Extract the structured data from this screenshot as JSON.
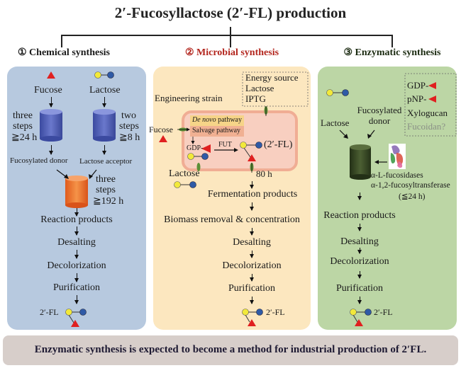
{
  "title": "2′-Fucosyllactose (2′-FL) production",
  "sections": [
    {
      "label": "① Chemical synthesis",
      "color": "#1a1a1a"
    },
    {
      "label": "② Microbial synthesis",
      "color": "#b3261e"
    },
    {
      "label": "③ Enzymatic synthesis",
      "color": "#1a2a10"
    }
  ],
  "chemical": {
    "fucose": "Fucose",
    "lactose": "Lactose",
    "fucose_steps": [
      "three",
      "steps",
      "≧24 h"
    ],
    "lactose_steps": [
      "two",
      "steps",
      "≧8 h"
    ],
    "fucosylated_donor": "Fucosylated donor",
    "lactose_acceptor": "Lactose acceptor",
    "combine_steps": [
      "three",
      "steps",
      "≧192 h"
    ],
    "flow": [
      "Reaction products",
      "Desalting",
      "Decolorization",
      "Purification"
    ],
    "product": "2′-FL"
  },
  "microbial": {
    "inputs": [
      "Energy source",
      "Lactose",
      "IPTG"
    ],
    "engineering_strain": "Engineering strain",
    "de_novo_italic": "De novo",
    "de_novo_rest": " pathway",
    "salvage": "Salvage pathway",
    "fucose": "Fucose",
    "gdp": "GDP-",
    "fut": "FUT",
    "product_in_cell": "(2′-FL)",
    "lactose": "Lactose",
    "time": "80 h",
    "flow": [
      "Fermentation products",
      "Biomass removal & concentration",
      "Desalting",
      "Decolorization",
      "Purification"
    ],
    "product": "2′-FL"
  },
  "enzymatic": {
    "donors": [
      "GDP-",
      "pNP-",
      "Xylogucan",
      "Fucoidan?"
    ],
    "lactose": "Lactose",
    "fucosylated_donor": [
      "Fucosylated",
      "donor"
    ],
    "enzymes": [
      "α-L-fucosidases",
      "α-1,2-fucosyltransferase",
      "(≦24 h)"
    ],
    "flow": [
      "Reaction products",
      "Desalting",
      "Decolorization",
      "Purification"
    ],
    "product": "2′-FL"
  },
  "footer": "Enzymatic synthesis is expected to become a method for industrial production of 2′FL.",
  "colors": {
    "galactose": "#f2e93a",
    "glucose": "#2f5aa6",
    "fucose": "#e02020",
    "chemical_panel": "#b7c9df",
    "microbial_panel": "#fce7bf",
    "enzymatic_panel": "#bcd6a5",
    "footer_panel": "#d7ceca"
  }
}
